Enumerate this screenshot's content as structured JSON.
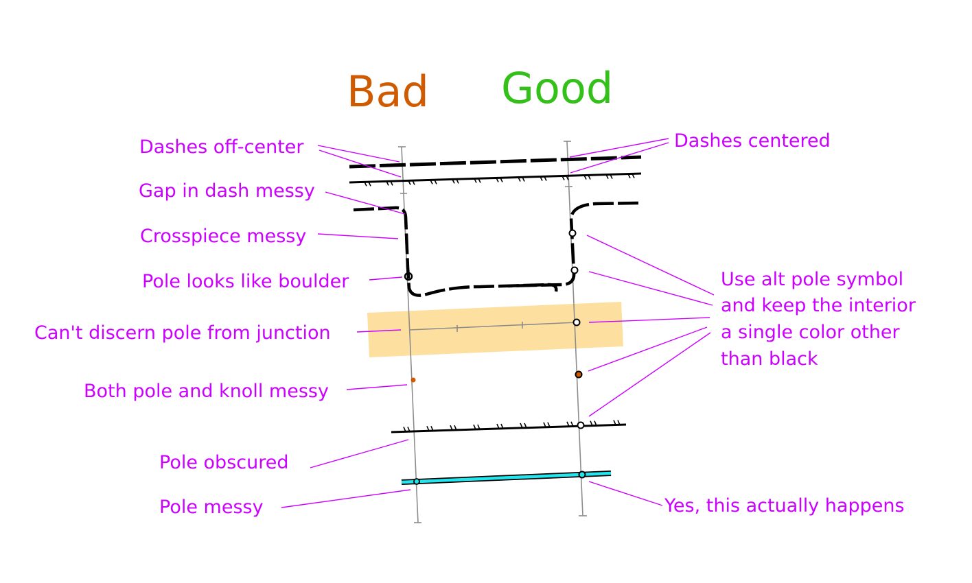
{
  "headings": {
    "bad": "Bad",
    "good": "Good"
  },
  "colors": {
    "bad": "#d05a00",
    "good": "#33c018",
    "annotation": "#cc00ff",
    "highlight": "#fde0a0",
    "water": "#22e6ee",
    "knoll": "#d05a00"
  },
  "left_labels": [
    "Dashes off-center",
    "Gap in dash messy",
    "Crosspiece messy",
    "Pole looks like boulder",
    "Can't discern pole from junction",
    "Both pole and knoll messy",
    "Pole obscured",
    "Pole messy"
  ],
  "right_labels": {
    "dashes": "Dashes centered",
    "alt_symbol": [
      "Use alt pole symbol",
      "and keep the interior",
      "a single color other",
      "than black"
    ],
    "happens": "Yes, this actually happens"
  }
}
